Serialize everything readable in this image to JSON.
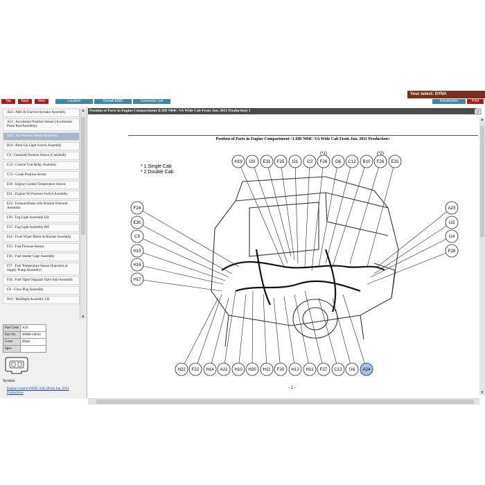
{
  "header": {
    "selection": "Your select: DYNA",
    "nav_left": [
      "Top",
      "Back",
      "New"
    ],
    "nav_mid": [
      "Location",
      "Overall EWD",
      "Connector List"
    ],
    "nav_right": [
      "Introduction",
      "Print"
    ]
  },
  "sidebar": {
    "items": [
      {
        "label": "A22 : ABS & Traction Actuator Assembly",
        "selected": false
      },
      {
        "label": "A23 : Accelerator Position Sensor (Accelerator Pedal Rod Assembly)",
        "selected": false
      },
      {
        "label": "A24 : Air Pressure Sensor Assembly",
        "selected": true
      },
      {
        "label": "B10 : Back-Up Light Switch Assembly",
        "selected": false
      },
      {
        "label": "C9 : Camshaft Position Sensor (Camshaft)",
        "selected": false
      },
      {
        "label": "C12 : Control Unit Relay Assembly",
        "selected": false
      },
      {
        "label": "C13 : Crank Position Sensor",
        "selected": false
      },
      {
        "label": "E30 : Engine Coolant Temperature Sensor",
        "selected": false
      },
      {
        "label": "E31 : Engine Oil Pressure Switch Assembly",
        "selected": false
      },
      {
        "label": "E32 : Exhaust Brake with Bracket Solenoid Assembly",
        "selected": false
      },
      {
        "label": "F20 : Fog Light Assembly LH",
        "selected": false
      },
      {
        "label": "F22 : Fog Light Assembly RH",
        "selected": false
      },
      {
        "label": "F24 : Front Wiper Motor & Bracket Assembly",
        "selected": false
      },
      {
        "label": "F25 : Fuel Pressure Sensor",
        "selected": false
      },
      {
        "label": "F26 : Fuel Sender Gage Assembly",
        "selected": false
      },
      {
        "label": "F27 : Fuel Temperature Sensor (Injection or Supply Pump Assembly)",
        "selected": false
      },
      {
        "label": "F28 : Fuel Vapor Separate Valve Sub-Assembly",
        "selected": false
      },
      {
        "label": "G6 : Glow Plug Assembly",
        "selected": false
      },
      {
        "label": "H10 : Headlight Assembly LH",
        "selected": false
      }
    ],
    "part_table": [
      {
        "key": "Part Code",
        "value": "A24"
      },
      {
        "key": "Part No.",
        "value": "90980-10043"
      },
      {
        "key": "Color",
        "value": "Black"
      },
      {
        "key": "Spec.",
        "value": ""
      }
    ],
    "system_label": "System",
    "system_link": "Engine Control (N04C-VA) (From Jun. 2011 Production)"
  },
  "document": {
    "title_bar": "Position of Parts in Engine Compartment (LHD N04C-VA Wide Cab From Jun. 2011 Production) 1",
    "diagram_title": "Position of Parts in Engine Compartment <LHD N04C-VA Wide Cab From Jun. 2011 Production>",
    "notes": [
      "* 1:Single Cab",
      "* 2:Double Cab"
    ],
    "page": "- 1 -",
    "top_connectors": [
      "H19",
      "I20",
      "E31",
      "F25",
      "I21",
      "I22",
      "F26",
      "G6",
      "C12",
      "B10",
      "F26",
      "E32"
    ],
    "top_marks": [
      "(*1)",
      "(*2)"
    ],
    "left_connectors": [
      "F24",
      "E30",
      "C9",
      "H15",
      "H16",
      "H17"
    ],
    "right_connectors": [
      "A23",
      "I15",
      "I14",
      "F28"
    ],
    "bottom_connectors": [
      "H22",
      "F22",
      "H14",
      "A22",
      "H10",
      "H20",
      "H11",
      "F20",
      "H13",
      "H12",
      "F27",
      "C13",
      "I16",
      "A24"
    ],
    "highlight_connector": "A24",
    "highlight_color": "#9fc4e4"
  }
}
